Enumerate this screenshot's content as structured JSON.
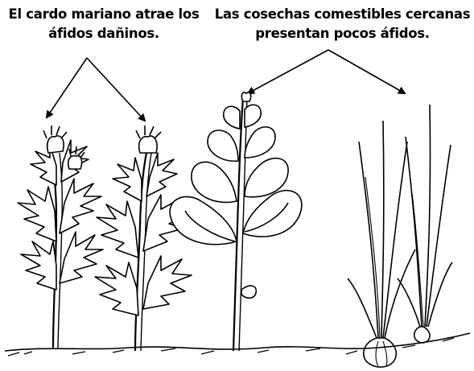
{
  "labels": {
    "left": {
      "line1": "El cardo mariano atrae los",
      "line2": "áfidos dañinos."
    },
    "right": {
      "line1": "Las cosechas comestibles cercanas",
      "line2": "presentan pocos áfidos."
    }
  },
  "plants": [
    {
      "name": "thistle",
      "count": 2
    },
    {
      "name": "leafy-crop",
      "count": 1
    },
    {
      "name": "onion",
      "count": 2
    }
  ],
  "colors": {
    "ink": "#000000",
    "paper": "#ffffff"
  }
}
